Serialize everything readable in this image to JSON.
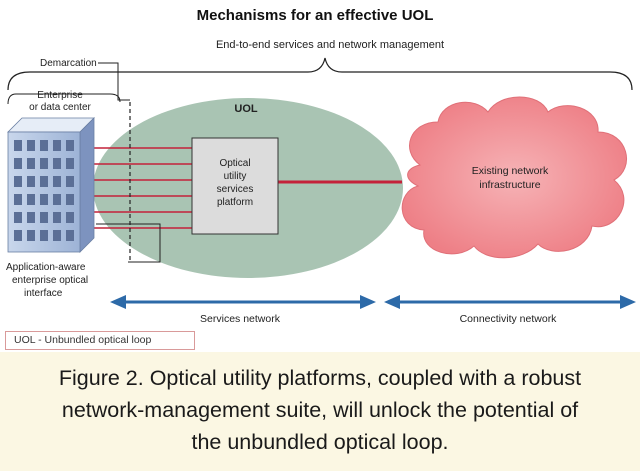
{
  "diagram": {
    "title": "Mechanisms for an effective UOL",
    "subtitle": "End-to-end services and network management",
    "labels": {
      "demarcation": "Demarcation",
      "enterprise_line1": "Enterprise",
      "enterprise_line2": "or data center",
      "uol": "UOL",
      "platform_line1": "Optical",
      "platform_line2": "utility",
      "platform_line3": "services",
      "platform_line4": "platform",
      "existing_line1": "Existing network",
      "existing_line2": "infrastructure",
      "app_aware_line1": "Application-aware",
      "app_aware_line2": "enterprise optical",
      "app_aware_line3": "interface",
      "services_network": "Services network",
      "connectivity_network": "Connectivity network"
    },
    "legend": "UOL - Unbundled optical loop",
    "colors": {
      "ellipse": "#a9c4b3",
      "cloud": "#f08b91",
      "cloud_core": "#f5a8ac",
      "link": "#c4223a",
      "arrow": "#2d6aa8",
      "platform_box": "#dcdcdc"
    }
  },
  "caption": {
    "line1": "Figure 2. Optical utility platforms, coupled with a robust",
    "line2": "network-management suite, will unlock the potential of",
    "line3": "the unbundled optical loop."
  }
}
